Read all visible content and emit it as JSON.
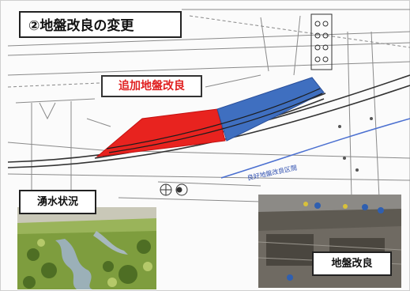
{
  "title": "②地盤改良の変更",
  "labels": {
    "additional_improvement": "追加地盤改良",
    "spring_water": "湧水状況",
    "ground_improvement": "地盤改良"
  },
  "map_text": {
    "road_zone": "良好地盤改良区間"
  },
  "colors": {
    "additional_area": "#e8231f",
    "existing_area": "#3f6fc0",
    "label_red": "#e02020"
  }
}
